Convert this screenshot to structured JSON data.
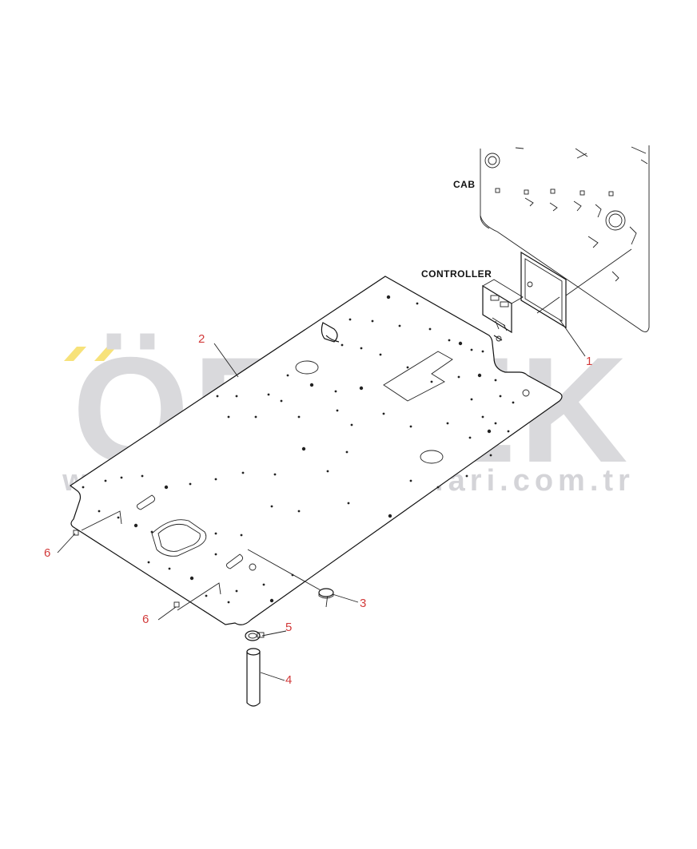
{
  "diagram": {
    "labels": {
      "cab": "CAB",
      "controller": "CONTROLLER"
    },
    "callouts": [
      "1",
      "2",
      "3",
      "4",
      "5",
      "6",
      "6"
    ],
    "watermark": {
      "brand": "ÖRNEK",
      "url": "www.ornekismakinalari.com.tr",
      "accent_color": "#f7e27a",
      "text_color": "#d9d9dc"
    },
    "colors": {
      "line": "#111111",
      "callout": "#d23a3a",
      "background": "#ffffff"
    }
  }
}
